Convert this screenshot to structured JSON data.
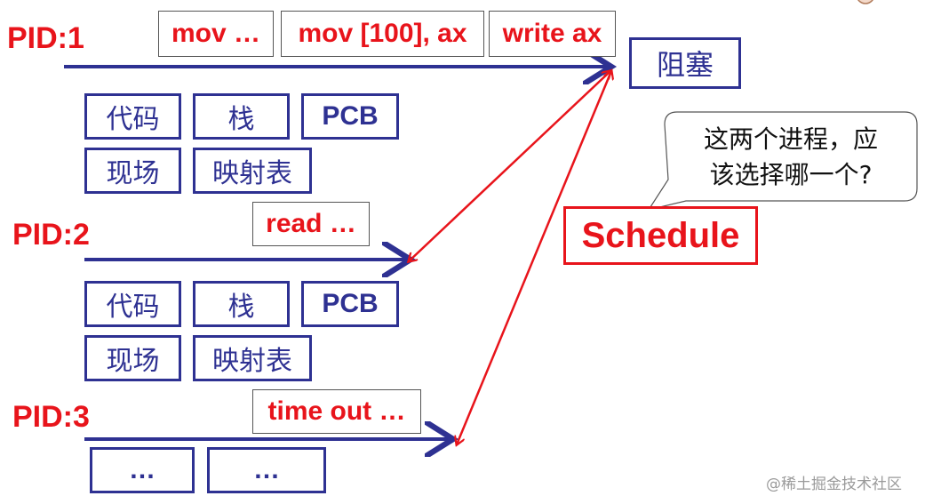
{
  "process1": {
    "pid": "PID:1",
    "instructions": [
      "mov …",
      "mov [100], ax",
      "write ax"
    ],
    "memory_row1": [
      "代码",
      "栈",
      "PCB"
    ],
    "memory_row2": [
      "现场",
      "映射表"
    ]
  },
  "process2": {
    "pid": "PID:2",
    "instructions": [
      "read …"
    ],
    "memory_row1": [
      "代码",
      "栈",
      "PCB"
    ],
    "memory_row2": [
      "现场",
      "映射表"
    ]
  },
  "process3": {
    "pid": "PID:3",
    "instructions": [
      "time out …"
    ],
    "memory_row1": [
      "…",
      "…"
    ]
  },
  "blocked_label": "阻塞",
  "scheduler_label": "Schedule",
  "callout": {
    "line1": "这两个进程，应",
    "line2": "该选择哪一个?"
  },
  "watermark": "@稀土掘金技术社区",
  "colors": {
    "red": "#e8141b",
    "blue": "#2e3192",
    "gray_border": "#555555"
  }
}
